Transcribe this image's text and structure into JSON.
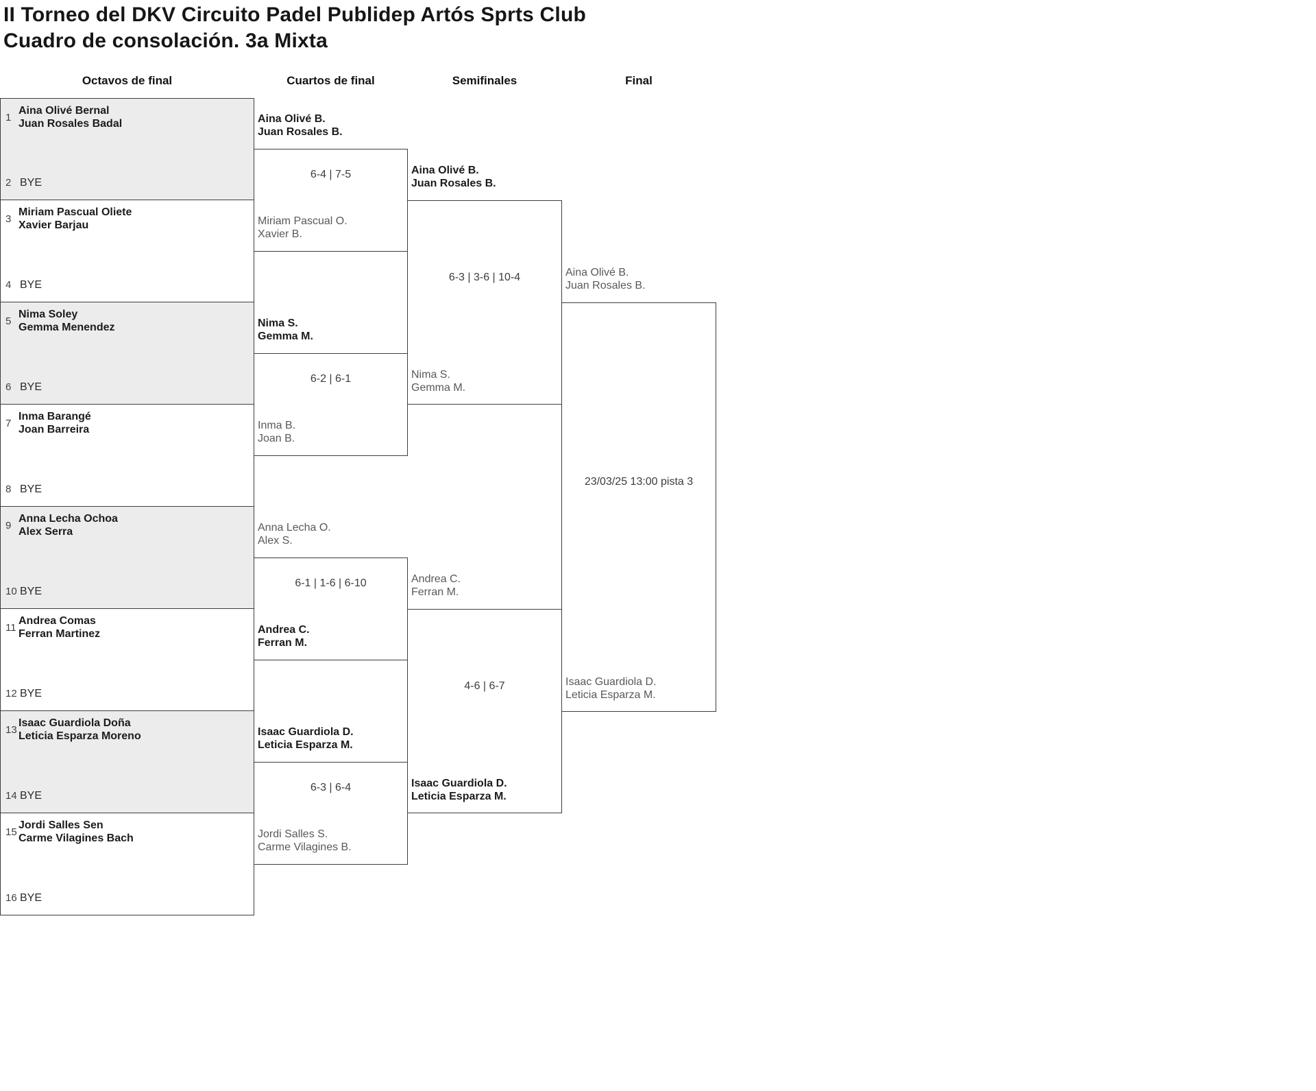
{
  "title": {
    "line1": "II Torneo del DKV Circuito Padel Publidep Artós Sprts Club",
    "line2": "Cuadro de consolación. 3a Mixta"
  },
  "round_headers": {
    "octavos": "Octavos de final",
    "cuartos": "Cuartos de final",
    "semifinales": "Semifinales",
    "final": "Final"
  },
  "octavos": [
    {
      "seed_top": "1",
      "team_top": [
        "Aina Olivé Bernal",
        "Juan Rosales Badal"
      ],
      "seed_bottom": "2",
      "team_bottom": "BYE"
    },
    {
      "seed_top": "3",
      "team_top": [
        "Miriam Pascual Oliete",
        "Xavier Barjau"
      ],
      "seed_bottom": "4",
      "team_bottom": "BYE"
    },
    {
      "seed_top": "5",
      "team_top": [
        "Nima Soley",
        "Gemma Menendez"
      ],
      "seed_bottom": "6",
      "team_bottom": "BYE"
    },
    {
      "seed_top": "7",
      "team_top": [
        "Inma Barangé",
        "Joan Barreira"
      ],
      "seed_bottom": "8",
      "team_bottom": "BYE"
    },
    {
      "seed_top": "9",
      "team_top": [
        "Anna Lecha Ochoa",
        "Alex Serra"
      ],
      "seed_bottom": "10",
      "team_bottom": "BYE"
    },
    {
      "seed_top": "11",
      "team_top": [
        "Andrea Comas",
        "Ferran Martinez"
      ],
      "seed_bottom": "12",
      "team_bottom": "BYE"
    },
    {
      "seed_top": "13",
      "team_top": [
        "Isaac Guardiola Doña",
        "Leticia Esparza Moreno"
      ],
      "seed_bottom": "14",
      "team_bottom": "BYE"
    },
    {
      "seed_top": "15",
      "team_top": [
        "Jordi Salles Sen",
        "Carme Vilagines Bach"
      ],
      "seed_bottom": "16",
      "team_bottom": "BYE"
    }
  ],
  "cuartos": [
    {
      "top": {
        "l1": "Aina Olivé B.",
        "l2": "Juan Rosales B.",
        "winner": true
      },
      "score": "6-4 | 7-5",
      "bottom": {
        "l1": "Miriam Pascual O.",
        "l2": "Xavier B.",
        "winner": false
      }
    },
    {
      "top": {
        "l1": "Nima S.",
        "l2": "Gemma M.",
        "winner": true
      },
      "score": "6-2 | 6-1",
      "bottom": {
        "l1": "Inma B.",
        "l2": "Joan B.",
        "winner": false
      }
    },
    {
      "top": {
        "l1": "Anna Lecha O.",
        "l2": "Alex S.",
        "winner": false
      },
      "score": "6-1 | 1-6 | 6-10",
      "bottom": {
        "l1": "Andrea C.",
        "l2": "Ferran M.",
        "winner": true
      }
    },
    {
      "top": {
        "l1": "Isaac Guardiola D.",
        "l2": "Leticia Esparza M.",
        "winner": true
      },
      "score": "6-3 | 6-4",
      "bottom": {
        "l1": "Jordi Salles S.",
        "l2": "Carme Vilagines B.",
        "winner": false
      }
    }
  ],
  "semifinales": [
    {
      "top": {
        "l1": "Aina Olivé B.",
        "l2": "Juan Rosales B.",
        "winner": true
      },
      "score": "6-3 | 3-6 | 10-4",
      "bottom": {
        "l1": "Nima S.",
        "l2": "Gemma M.",
        "winner": false
      }
    },
    {
      "top": {
        "l1": "Andrea C.",
        "l2": "Ferran M.",
        "winner": false
      },
      "score": "4-6 | 6-7",
      "bottom": {
        "l1": "Isaac Guardiola D.",
        "l2": "Leticia Esparza M.",
        "winner": true
      }
    }
  ],
  "final": {
    "top": {
      "l1": "Aina Olivé B.",
      "l2": "Juan Rosales B."
    },
    "schedule": "23/03/25 13:00 pista 3",
    "bottom": {
      "l1": "Isaac Guardiola D.",
      "l2": "Leticia Esparza M."
    }
  },
  "colors": {
    "border": "#3d3d3d",
    "shaded": "#ececec",
    "winner": "#1b1b1b",
    "loser": "#595959",
    "score": "#3c3c3c",
    "seed": "#3f3f3f",
    "title": "#161616"
  }
}
